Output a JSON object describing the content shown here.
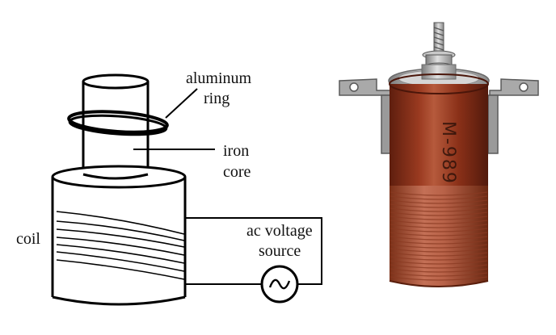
{
  "diagram": {
    "labels": {
      "aluminum_ring_1": "aluminum",
      "aluminum_ring_2": "ring",
      "iron_core_1": "iron",
      "iron_core_2": "core",
      "coil": "coil",
      "ac_source_1": "ac voltage",
      "ac_source_2": "source"
    },
    "icons": {
      "ac_source": "ac-sine-source-icon"
    }
  },
  "photo": {
    "part_marking": "M-989",
    "colors": {
      "body": "#8a3018",
      "body_highlight": "#b4583a",
      "winding": "#b8644a",
      "metal": "#b8b8b8"
    }
  },
  "colors": {
    "line": "#000000",
    "background": "#ffffff"
  }
}
